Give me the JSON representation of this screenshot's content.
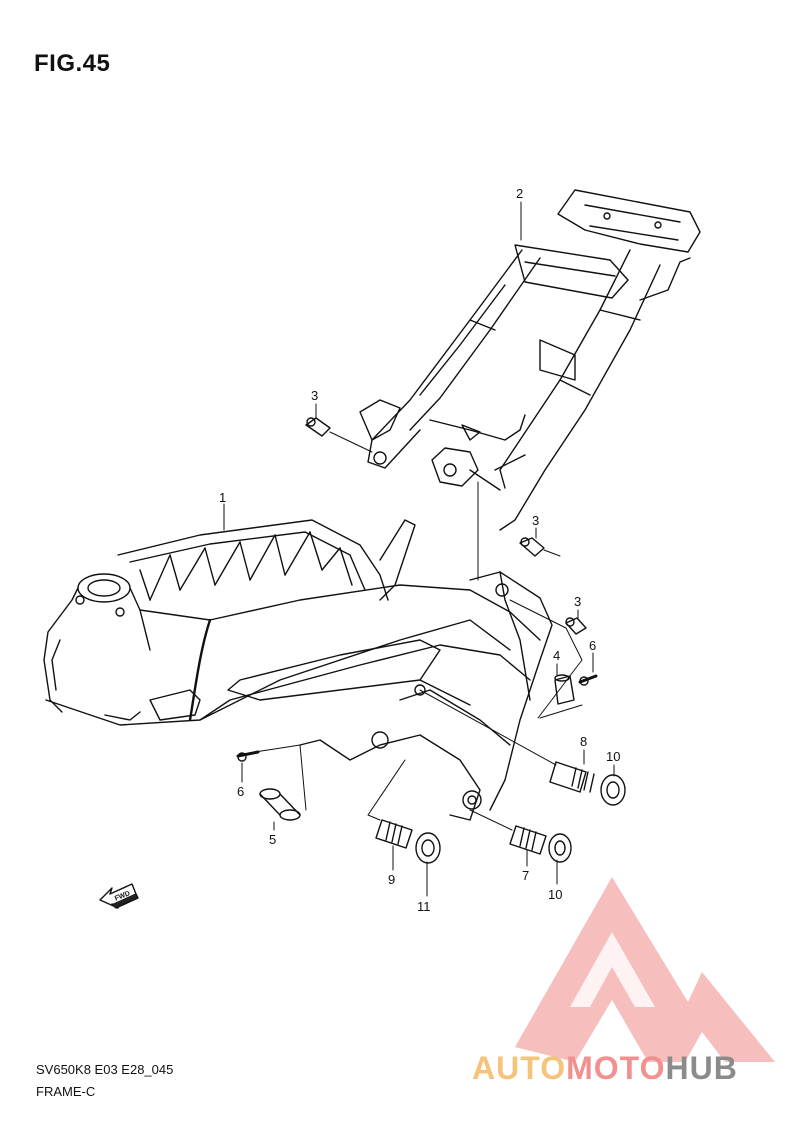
{
  "figure": {
    "title": "FIG.45"
  },
  "footer": {
    "code": "SV650K8 E03 E28_045",
    "name": "FRAME-C"
  },
  "fwd_arrow": {
    "label": "FWD"
  },
  "callouts": [
    {
      "id": "c1",
      "label": "1"
    },
    {
      "id": "c2",
      "label": "2"
    },
    {
      "id": "c3a",
      "label": "3"
    },
    {
      "id": "c3b",
      "label": "3"
    },
    {
      "id": "c3c",
      "label": "3"
    },
    {
      "id": "c4",
      "label": "4"
    },
    {
      "id": "c5",
      "label": "5"
    },
    {
      "id": "c6a",
      "label": "6"
    },
    {
      "id": "c6b",
      "label": "6"
    },
    {
      "id": "c7",
      "label": "7"
    },
    {
      "id": "c8",
      "label": "8"
    },
    {
      "id": "c9",
      "label": "9"
    },
    {
      "id": "c10a",
      "label": "10"
    },
    {
      "id": "c10b",
      "label": "10"
    },
    {
      "id": "c11",
      "label": "11"
    }
  ],
  "watermark": {
    "brand_a": "AUTO",
    "brand_b": "MOTO",
    "brand_c": "HUB",
    "colors": {
      "a": "#f6c37a",
      "b": "#f28f8f",
      "c": "#8b8b8b"
    }
  }
}
